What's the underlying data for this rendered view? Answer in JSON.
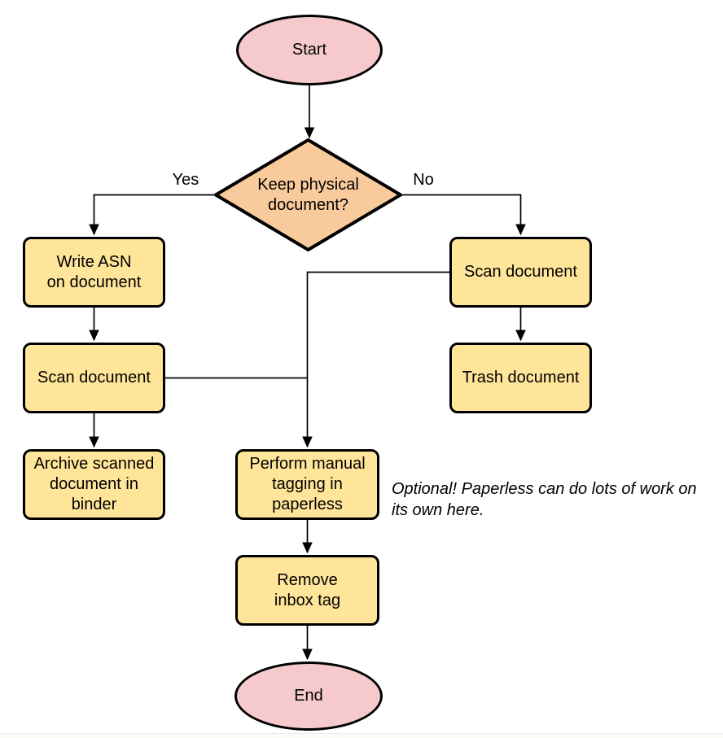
{
  "nodes": {
    "start": {
      "label": "Start",
      "type": "terminator"
    },
    "decision": {
      "label": "Keep physical\ndocument?",
      "type": "decision"
    },
    "write_asn": {
      "label": "Write ASN\non document",
      "type": "process"
    },
    "scan_left": {
      "label": "Scan document",
      "type": "process"
    },
    "archive": {
      "label": "Archive scanned\ndocument in\nbinder",
      "type": "process"
    },
    "scan_right": {
      "label": "Scan document",
      "type": "process"
    },
    "trash": {
      "label": "Trash document",
      "type": "process"
    },
    "tagging": {
      "label": "Perform manual\ntagging in\npaperless",
      "type": "process"
    },
    "remove_inbox": {
      "label": "Remove\ninbox tag",
      "type": "process"
    },
    "end": {
      "label": "End",
      "type": "terminator"
    }
  },
  "edge_labels": {
    "yes": "Yes",
    "no": "No"
  },
  "annotation": "Optional! Paperless can do lots of work on\nits own here.",
  "colors": {
    "terminator_fill": "#F6CACD",
    "decision_fill": "#F9CB9C",
    "process_fill": "#FFE599",
    "stroke": "#000000",
    "text": "#000000"
  }
}
